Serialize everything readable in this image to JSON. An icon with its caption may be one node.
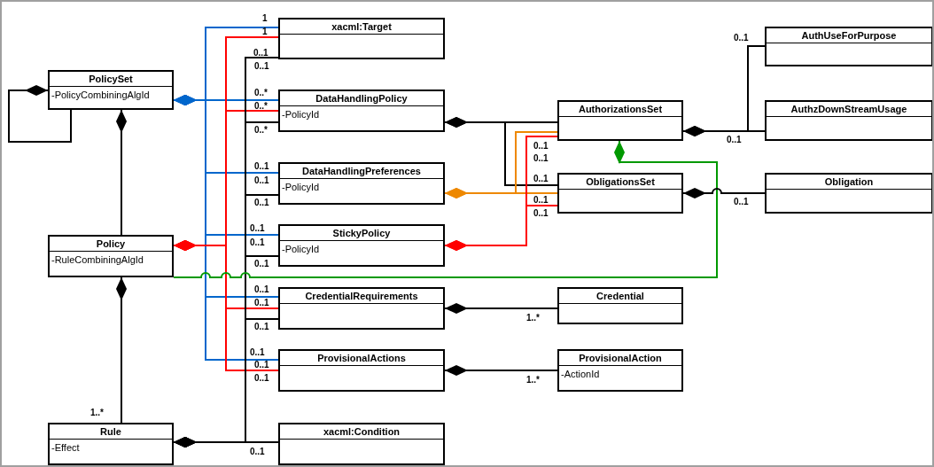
{
  "diagram": {
    "nodes": [
      {
        "text": [
          "PolicySet",
          "-PolicyCombiningAlgId"
        ]
      },
      {
        "text": [
          "Policy",
          "-RuleCombiningAlgId"
        ]
      },
      {
        "text": [
          "Rule",
          "-Effect"
        ]
      },
      {
        "text": [
          "xacml:Target"
        ]
      },
      {
        "text": [
          "DataHandlingPolicy",
          "-PolicyId"
        ]
      },
      {
        "text": [
          "DataHandlingPreferences",
          "-PolicyId"
        ]
      },
      {
        "text": [
          "StickyPolicy",
          "-PolicyId"
        ]
      },
      {
        "text": [
          "CredentialRequirements"
        ]
      },
      {
        "text": [
          "ProvisionalActions"
        ]
      },
      {
        "text": [
          "xacml:Condition"
        ]
      },
      {
        "text": [
          "AuthorizationsSet"
        ]
      },
      {
        "text": [
          "ObligationsSet"
        ]
      },
      {
        "text": [
          "Credential"
        ]
      },
      {
        "text": [
          "ProvisionalAction",
          "-ActionId"
        ]
      },
      {
        "text": [
          "AuthUseForPurpose"
        ]
      },
      {
        "text": [
          "AuthzDownStreamUsage"
        ]
      },
      {
        "text": [
          "Obligation"
        ]
      }
    ],
    "edges": [
      {
        "from": 0,
        "to": 0,
        "arrow": "other"
      },
      {
        "from": 0,
        "to": 1,
        "arrow": "other"
      },
      {
        "from": 1,
        "to": 2,
        "arrow": "other"
      },
      {
        "from": 0,
        "to": 3,
        "arrow": "other",
        "color": "#0066cc"
      },
      {
        "from": 0,
        "to": 4,
        "arrow": "other",
        "color": "#0066cc"
      },
      {
        "from": 0,
        "to": 5,
        "arrow": "other",
        "color": "#0066cc"
      },
      {
        "from": 0,
        "to": 6,
        "arrow": "other",
        "color": "#0066cc"
      },
      {
        "from": 0,
        "to": 7,
        "arrow": "other",
        "color": "#0066cc"
      },
      {
        "from": 0,
        "to": 8,
        "arrow": "other",
        "color": "#0066cc"
      },
      {
        "from": 1,
        "to": 3,
        "arrow": "other",
        "color": "#ff0000"
      },
      {
        "from": 1,
        "to": 4,
        "arrow": "other",
        "color": "#ff0000"
      },
      {
        "from": 1,
        "to": 7,
        "arrow": "other",
        "color": "#ff0000"
      },
      {
        "from": 1,
        "to": 8,
        "arrow": "other",
        "color": "#ff0000"
      },
      {
        "from": 2,
        "to": 3,
        "arrow": "other"
      },
      {
        "from": 2,
        "to": 4,
        "arrow": "other"
      },
      {
        "from": 2,
        "to": 5,
        "arrow": "other"
      },
      {
        "from": 2,
        "to": 6,
        "arrow": "other"
      },
      {
        "from": 2,
        "to": 7,
        "arrow": "other"
      },
      {
        "from": 2,
        "to": 9,
        "arrow": "other"
      },
      {
        "from": 4,
        "to": 10,
        "arrow": "other"
      },
      {
        "from": 4,
        "to": 11,
        "arrow": "other"
      },
      {
        "from": 5,
        "to": 10,
        "arrow": "other",
        "color": "#ee8800"
      },
      {
        "from": 5,
        "to": 11,
        "arrow": "other",
        "color": "#ee8800"
      },
      {
        "from": 6,
        "to": 10,
        "arrow": "other",
        "color": "#ff0000"
      },
      {
        "from": 6,
        "to": 11,
        "arrow": "other",
        "color": "#ff0000"
      },
      {
        "from": 10,
        "to": 1,
        "arrow": "other",
        "color": "#009900"
      },
      {
        "from": 10,
        "to": 15,
        "arrow": "other"
      },
      {
        "from": 10,
        "to": 14,
        "arrow": "other"
      },
      {
        "from": 11,
        "to": 16,
        "arrow": "other"
      },
      {
        "from": 7,
        "to": 12,
        "arrow": "other"
      },
      {
        "from": 8,
        "to": 13,
        "arrow": "other"
      }
    ],
    "labels": [
      "1",
      "0..1",
      "1",
      "0..1",
      "0..*",
      "0..1",
      "0..*",
      "0..*",
      "0..1",
      "0..1",
      "0..1",
      "0..1",
      "0..1",
      "0..1",
      "0..1",
      "0..1",
      "0..1",
      "0..1",
      "0..1",
      "0..1",
      "0..1",
      "0..1",
      "0..1",
      "0..1",
      "0..1",
      "0..1",
      "1..*",
      "0..1",
      "1..*",
      "1..*",
      "0..1"
    ]
  }
}
